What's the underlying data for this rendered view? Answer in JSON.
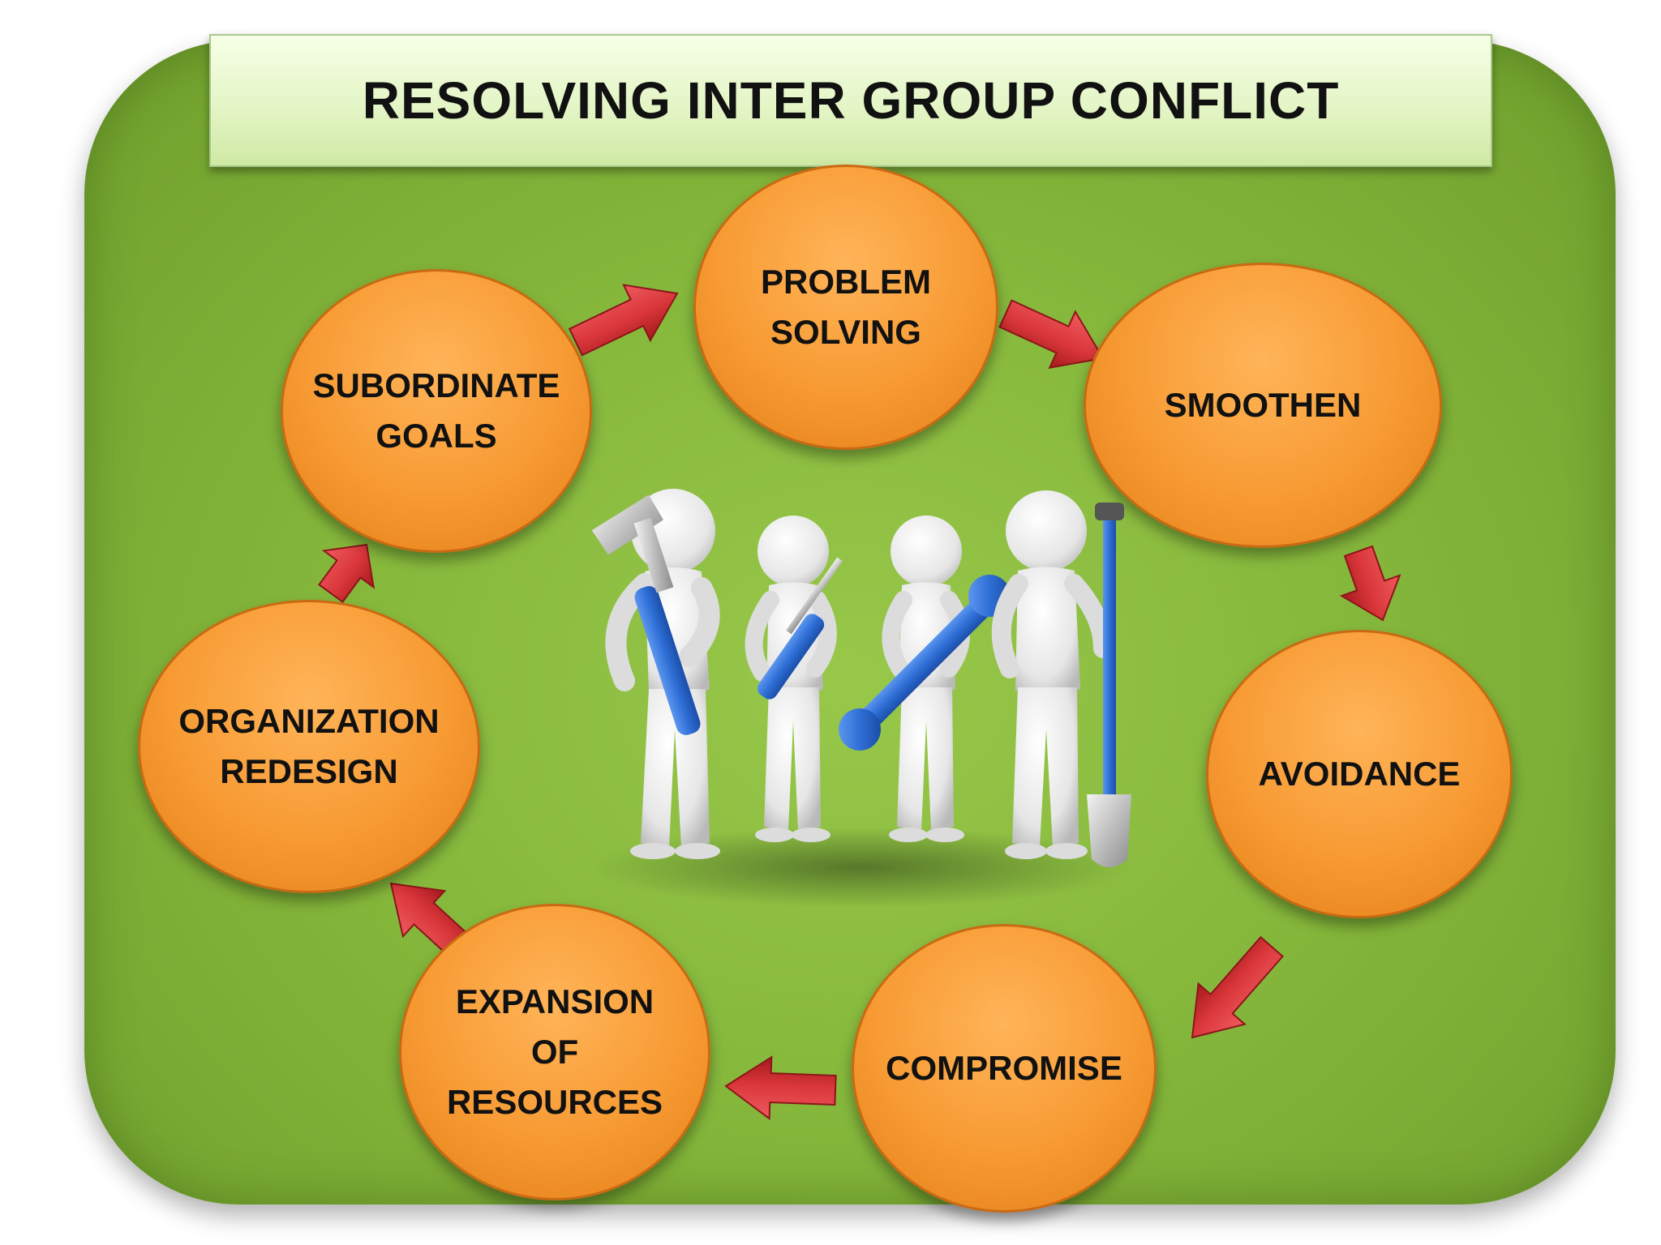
{
  "title": "RESOLVING INTER GROUP CONFLICT",
  "nodes": [
    {
      "label": "PROBLEM\nSOLVING"
    },
    {
      "label": "SMOOTHEN"
    },
    {
      "label": "AVOIDANCE"
    },
    {
      "label": "COMPROMISE"
    },
    {
      "label": "EXPANSION\nOF\nRESOURCES"
    },
    {
      "label": "ORGANIZATION\nREDESIGN"
    },
    {
      "label": "SUBORDINATE\nGOALS"
    }
  ],
  "colors": {
    "node_fill": "#f79a33",
    "arrow": "#d9363a",
    "background": "#86b83c",
    "tool_blue": "#2f6fd6"
  },
  "icons": [
    "figure-with-hammer-icon",
    "figure-with-screwdriver-icon",
    "figure-with-wrench-icon",
    "figure-with-shovel-icon"
  ]
}
